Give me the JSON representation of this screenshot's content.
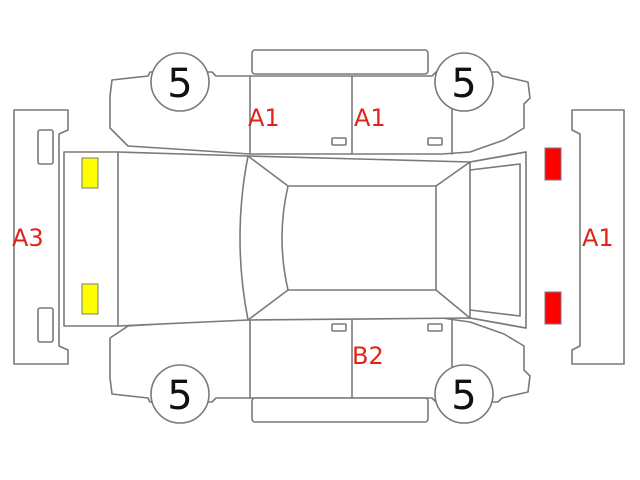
{
  "colors": {
    "outline": "#7a7a7a",
    "code_text": "#e2231a",
    "yellow_marker": "#ffff00",
    "red_marker": "#ff0000"
  },
  "tires": {
    "front_left": "5",
    "front_right": "5",
    "rear_left": "5",
    "rear_right": "5"
  },
  "codes": {
    "rear_bumper": "A3",
    "front_bumper": "A1",
    "left_rear_door": "A1",
    "left_front_door": "A1",
    "right_front_door": "B2"
  },
  "markers": {
    "rear_lamps": "yellow",
    "front_lamps": "red"
  }
}
